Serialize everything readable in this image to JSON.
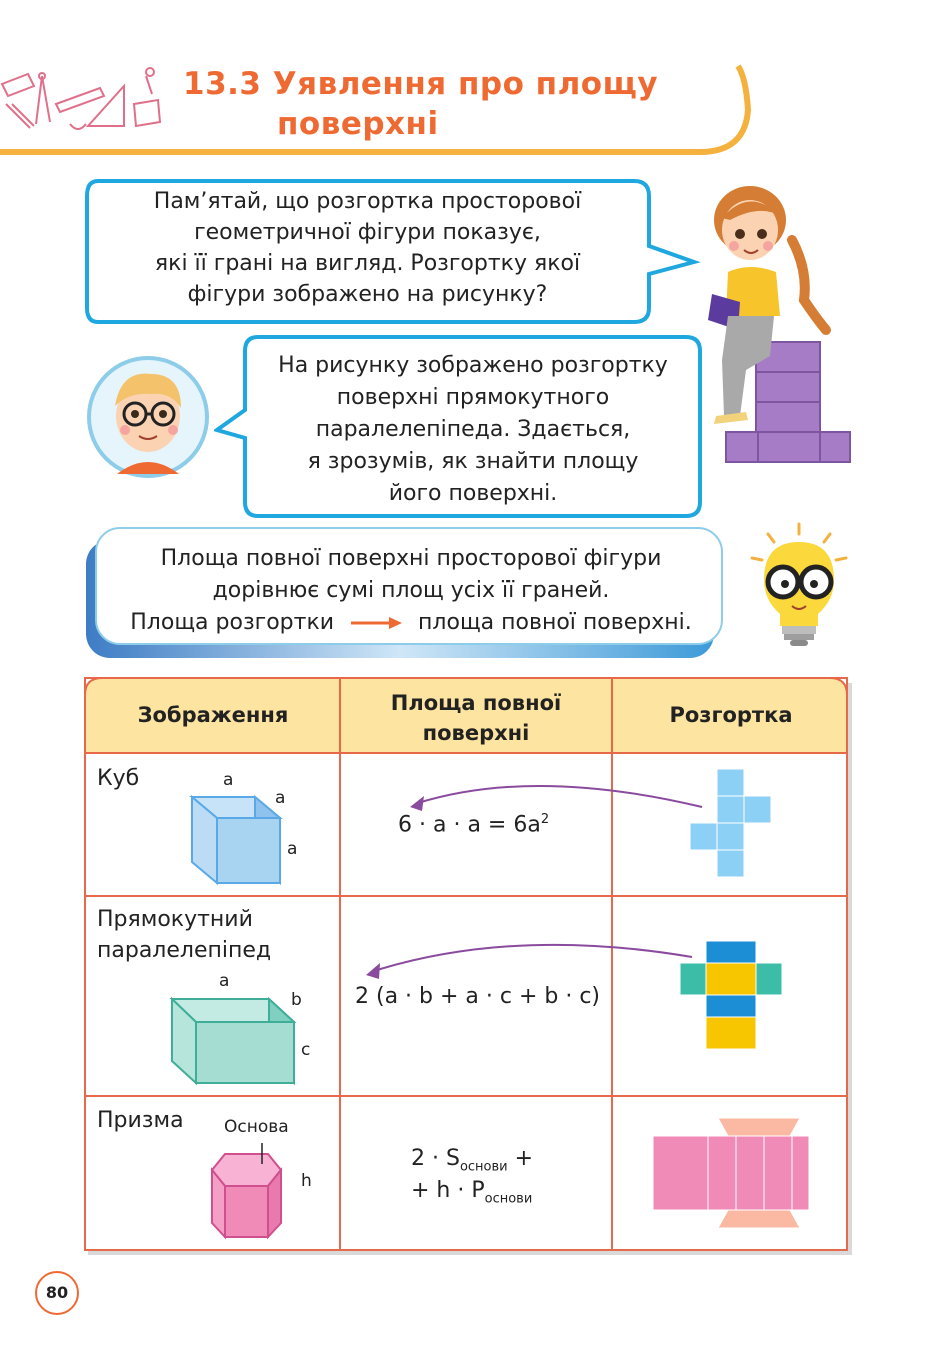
{
  "header": {
    "title_line1": "13.3 Уявлення про площу",
    "title_line2": "поверхні"
  },
  "bubble_girl": {
    "lines": [
      "Пам’ятай, що розгортка просторової",
      "геометричної фігури показує,",
      "які її грані на вигляд. Розгортку якої",
      "фігури зображено на рисунку?"
    ]
  },
  "bubble_boy": {
    "lines": [
      "На рисунку зображено розгортку",
      "поверхні прямокутного",
      "паралелепіпеда. Здається,",
      "я зрозумів, як знайти площу",
      "його поверхні."
    ]
  },
  "rule": {
    "line1": "Площа повної поверхні просторової фігури",
    "line2": "дорівнює сумі площ усіх її граней.",
    "line3_left": "Площа розгортки",
    "line3_right": "площа повної поверхні."
  },
  "table": {
    "headers": [
      "Зображення",
      "Площа повної поверхні",
      "Розгортка"
    ],
    "cube": {
      "name": "Куб",
      "edge_labels": [
        "a",
        "a",
        "a"
      ],
      "formula": "6 · a · a = 6a",
      "formula_sup": "2"
    },
    "box": {
      "name_line1": "Прямокутний",
      "name_line2": "паралелепіпед",
      "edge_labels": [
        "a",
        "b",
        "c"
      ],
      "formula": "2 (a · b + a · c + b · c)"
    },
    "prism": {
      "name": "Призма",
      "base_label": "Основа",
      "height_label": "h",
      "formula_line1_prefix": "2 · S",
      "formula_line1_sub": "основи",
      "formula_line1_suffix": " +",
      "formula_line2_prefix": "+ h · P",
      "formula_line2_sub": "основи"
    }
  },
  "page_number": "80",
  "colors": {
    "accent_orange": "#ee6a32",
    "bubble_blue": "#1fa7e0",
    "table_border": "#e8694a",
    "table_header_fill": "#fde4a0",
    "cube_fill": "#a8d4f2",
    "box_fill": "#a6ddd2",
    "prism_fill": "#f08bb8",
    "arrow_purple": "#8a4a9e"
  }
}
